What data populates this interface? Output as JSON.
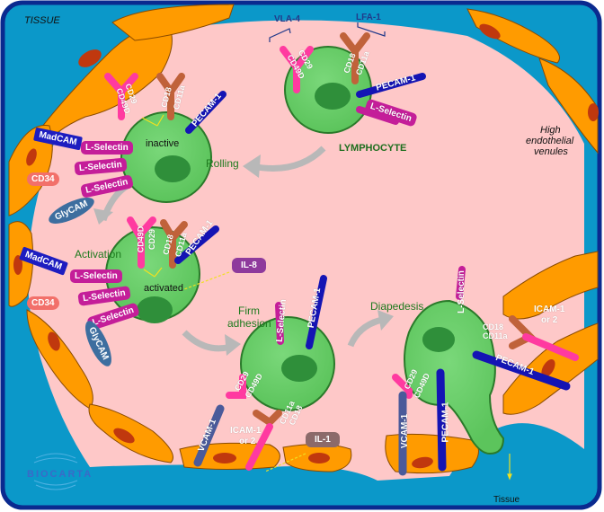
{
  "title": "Lymphocyte adhesion and diapedesis across high endothelial venules",
  "colors": {
    "tissue": "#0b98c9",
    "border": "#0a2a8f",
    "lumen": "#fec8c8",
    "endothelial_cell": "#ff9b00",
    "nucleus": "#c0380e",
    "lymphocyte": "#66cc66",
    "lymphocyte_nucleus": "#2f8f3a",
    "lselectin": "#c41e99",
    "pecam": "#1414b4",
    "cd29_cd49d": "#ff3aa0",
    "cd18_cd11a": "#c0623a",
    "vcam": "#4a5a9a",
    "arrow": "#b8b8b8"
  },
  "region_labels": {
    "tissue": "TISSUE",
    "hev_line1": "High",
    "hev_line2": "endothelial",
    "hev_line3": "venules",
    "tissue_exit": "Tissue"
  },
  "stages": {
    "lymphocyte": "LYMPHOCYTE",
    "rolling": "Rolling",
    "activation": "Activation",
    "firm_line1": "Firm",
    "firm_line2": "adhesion",
    "diapedesis": "Diapedesis"
  },
  "cell_states": {
    "inactive": "inactive",
    "activated": "activated"
  },
  "integrins": {
    "vla4": "VLA-4",
    "lfa1": "LFA-1",
    "cd29": "CD29",
    "cd49d": "CD49D",
    "cd18": "CD18",
    "cd11a": "CD11a"
  },
  "molecules": {
    "pecam": "PECAM-1",
    "lselectin": "L-Selectin",
    "madcam": "MadCAM",
    "cd34": "CD34",
    "glycam": "GlyCAM",
    "vcam": "VCAM-1",
    "icam_line1": "ICAM-1",
    "icam_line2": "or 2",
    "il8": "IL-8",
    "il1": "IL-1"
  },
  "logo": "BioCarta"
}
